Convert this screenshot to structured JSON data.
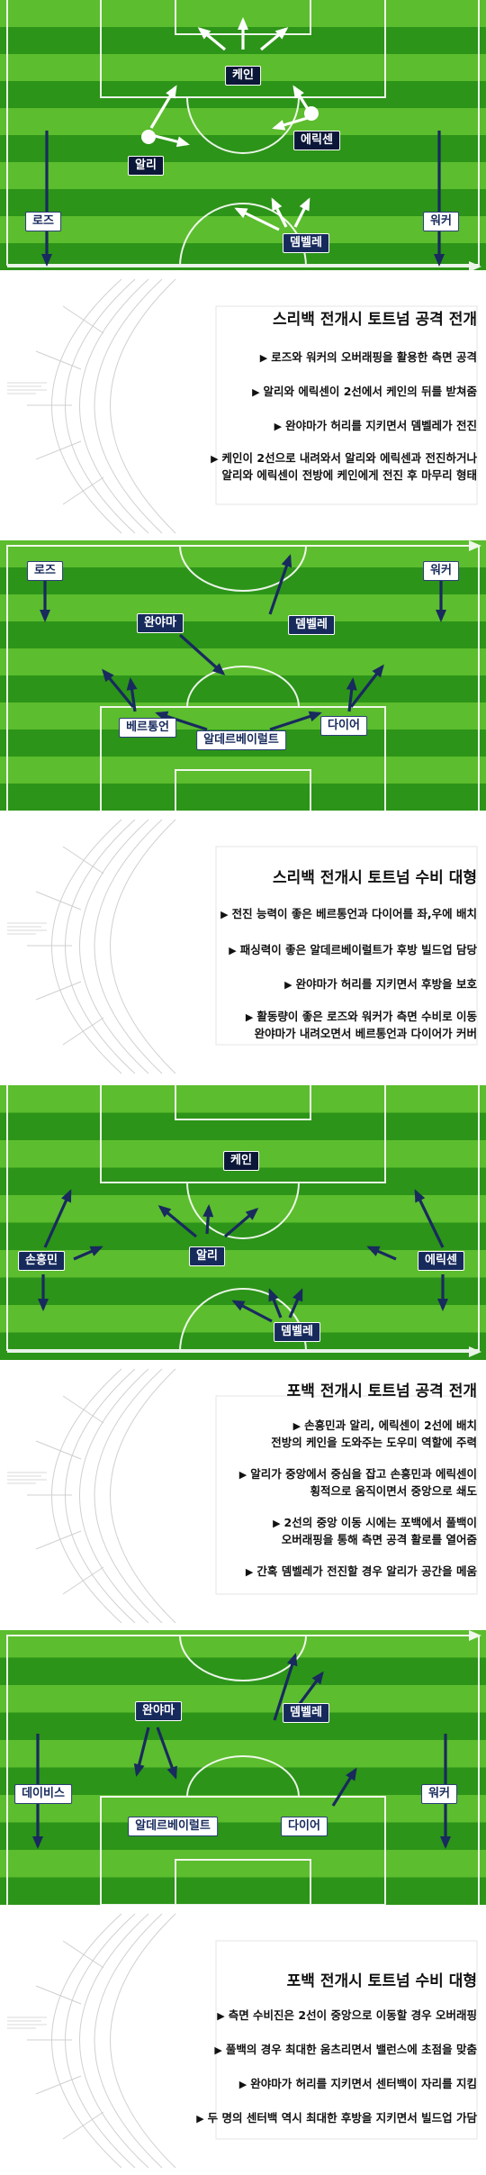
{
  "sections": [
    {
      "pitch": {
        "labels": [
          {
            "id": "kane",
            "text": "케인",
            "style": "dark"
          },
          {
            "id": "eriksen",
            "text": "에릭센",
            "style": "dark"
          },
          {
            "id": "alli",
            "text": "알리",
            "style": "dark"
          },
          {
            "id": "rose",
            "text": "로즈",
            "style": "light"
          },
          {
            "id": "walker",
            "text": "워커",
            "style": "light"
          },
          {
            "id": "dembele",
            "text": "뎀벨레",
            "style": "navy"
          }
        ]
      },
      "info": {
        "heading": "스리백 전개시 토트넘 공격 전개",
        "bullets": [
          {
            "lines": [
              "로즈와 워커의 오버래핑을 활용한 측면 공격"
            ]
          },
          {
            "lines": [
              "알리와 에릭센이 2선에서 케인의 뒤를 받쳐줌"
            ]
          },
          {
            "lines": [
              "완야마가 허리를 지키면서 뎀벨레가 전진"
            ]
          },
          {
            "lines": [
              "케인이 2선으로 내려와서 알리와 에릭센과 전진하거나",
              "알리와 에릭센이 전방에 케인에게 전진 후 마무리 형태"
            ]
          }
        ]
      }
    },
    {
      "pitch": {
        "labels": [
          {
            "id": "rose",
            "text": "로즈",
            "style": "light"
          },
          {
            "id": "walker",
            "text": "워커",
            "style": "light"
          },
          {
            "id": "wanyama",
            "text": "완야마",
            "style": "navy"
          },
          {
            "id": "dembele",
            "text": "뎀벨레",
            "style": "navy"
          },
          {
            "id": "vertonghen",
            "text": "베르통언",
            "style": "light"
          },
          {
            "id": "alderweireld",
            "text": "알데르베이럴트",
            "style": "light"
          },
          {
            "id": "dier",
            "text": "다이어",
            "style": "light"
          }
        ]
      },
      "info": {
        "heading": "스리백 전개시 토트넘 수비 대형",
        "bullets": [
          {
            "lines": [
              "전진 능력이 좋은 베르통언과 다이어를 좌,우에 배치"
            ]
          },
          {
            "lines": [
              "패싱력이 좋은 알데르베이럴트가 후방 빌드업 담당"
            ]
          },
          {
            "lines": [
              "완야마가 허리를 지키면서 후방을 보호"
            ]
          },
          {
            "lines": [
              "활동량이 좋은 로즈와 워커가 측면 수비로 이동",
              "완야마가 내려오면서 베르통언과 다이어가 커버"
            ]
          }
        ]
      }
    },
    {
      "pitch": {
        "labels": [
          {
            "id": "kane",
            "text": "케인",
            "style": "dark"
          },
          {
            "id": "son",
            "text": "손흥민",
            "style": "navy"
          },
          {
            "id": "alli",
            "text": "알리",
            "style": "navy"
          },
          {
            "id": "eriksen",
            "text": "에릭센",
            "style": "navy"
          },
          {
            "id": "dembele",
            "text": "뎀벨레",
            "style": "navy"
          }
        ]
      },
      "info": {
        "heading": "포백 전개시 토트넘 공격 전개",
        "bullets": [
          {
            "lines": [
              "손흥민과 알리, 에릭센이 2선에 배치",
              "전방의 케인을 도와주는 도우미 역할에 주력"
            ]
          },
          {
            "lines": [
              "알리가 중앙에서 중심을 잡고 손흥민과 에릭센이",
              "횡적으로 움직이면서 중앙으로 쇄도"
            ]
          },
          {
            "lines": [
              "2선의 중앙 이동 시에는 포백에서 풀백이",
              "오버래핑을 통해 측면 공격 활로를 열어줌"
            ]
          },
          {
            "lines": [
              "간혹 뎀벨레가 전진할 경우 알리가 공간을 메움"
            ]
          }
        ]
      }
    },
    {
      "pitch": {
        "labels": [
          {
            "id": "wanyama",
            "text": "완야마",
            "style": "navy"
          },
          {
            "id": "dembele",
            "text": "뎀벨레",
            "style": "navy"
          },
          {
            "id": "davies",
            "text": "데이비스",
            "style": "light"
          },
          {
            "id": "walker",
            "text": "워커",
            "style": "light"
          },
          {
            "id": "alderweireld",
            "text": "알데르베이럴트",
            "style": "light"
          },
          {
            "id": "dier",
            "text": "다이어",
            "style": "light"
          }
        ]
      },
      "info": {
        "heading": "포백 전개시 토트넘 수비 대형",
        "bullets": [
          {
            "lines": [
              "측면 수비진은 2선이 중앙으로 이동할 경우 오버래핑"
            ]
          },
          {
            "lines": [
              "풀백의 경우 최대한 움츠리면서 밸런스에 초점을 맞춤"
            ]
          },
          {
            "lines": [
              "완야마가 허리를 지키면서 센터백이 자리를 지킴"
            ]
          },
          {
            "lines": [
              "두 명의 센터백 역시 최대한 후방을 지키면서 빌드업 가담"
            ]
          }
        ]
      }
    }
  ],
  "colors": {
    "grass_light": "#5cbd2e",
    "grass_dark": "#2c9418",
    "label_dark": "#0b1738",
    "label_navy": "#172a5c",
    "arrow_white": "#ffffff",
    "arrow_navy": "#182a5e"
  }
}
